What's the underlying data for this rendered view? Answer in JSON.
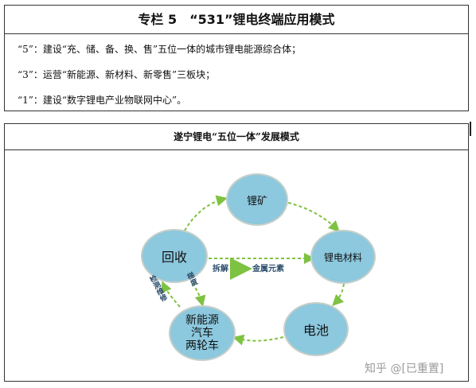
{
  "column": {
    "title": "专栏 5　“531”锂电终端应用模式",
    "lines": [
      "“5”：建设“充、储、备、换、售”五位一体的城市锂电能源综合体；",
      "“3”：运营“新能源、新材料、新零售”三板块；",
      "“1”：建设“数字锂电产业物联网中心”。"
    ]
  },
  "diagram": {
    "title": "遂宁锂电“五位一体”发展模式",
    "nodes": {
      "kuang": "锂矿",
      "cailiao": "锂电材料",
      "dianchi": "电池",
      "qiche_l1": "新能源",
      "qiche_l2": "汽车",
      "qiche_l3": "两轮车",
      "huishou": "回收"
    },
    "labels": {
      "chaijie": "拆解",
      "jinshu": "金属元素",
      "jiance": "检测维修",
      "tidai": "梯度"
    },
    "colors": {
      "node_fill": "#8cc8de",
      "arrow": "#7ec242"
    }
  },
  "watermark": "知乎 @[已重置]"
}
